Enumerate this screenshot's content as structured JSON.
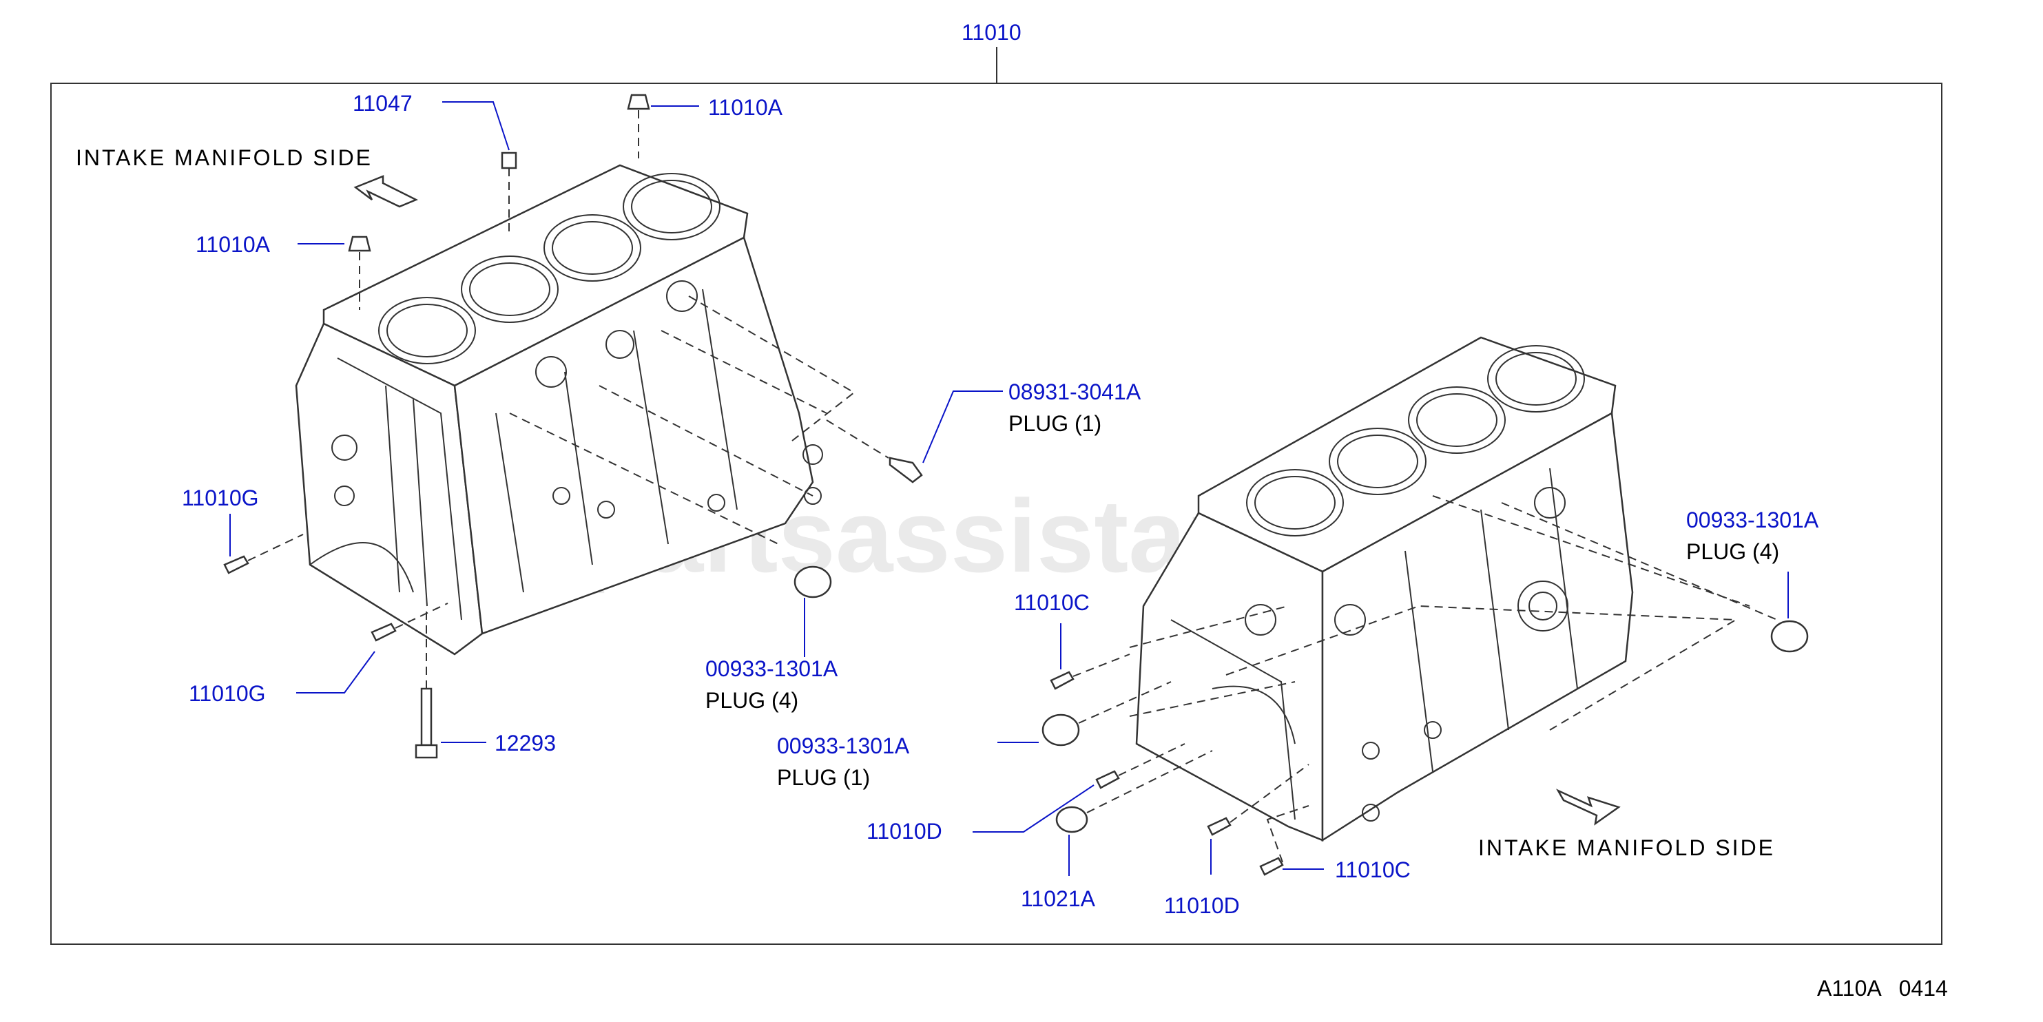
{
  "watermark": "www.partsassistant.com",
  "footer_code": "A110A   0414",
  "main_part": "11010",
  "notes": {
    "left": "INTAKE  MANIFOLD  SIDE",
    "right": "INTAKE  MANIFOLD  SIDE"
  },
  "callouts": {
    "p11047": "11047",
    "p11010a_top": "11010A",
    "p11010a_left": "11010A",
    "p11010g_a": "11010G",
    "p11010g_b": "11010G",
    "p12293": "12293",
    "p08931": "08931-3041A",
    "p08931_desc": "PLUG    (1)",
    "p00933_left": "00933-1301A",
    "p00933_left_desc": "PLUG    (4)",
    "p00933_right": "00933-1301A",
    "p00933_right_desc": "PLUG    (4)",
    "p00933_mid": "00933-1301A",
    "p00933_mid_desc": "PLUG    (1)",
    "p11010c_a": "11010C",
    "p11010c_b": "11010C",
    "p11010d_a": "11010D",
    "p11010d_b": "11010D",
    "p11021a": "11021A"
  }
}
